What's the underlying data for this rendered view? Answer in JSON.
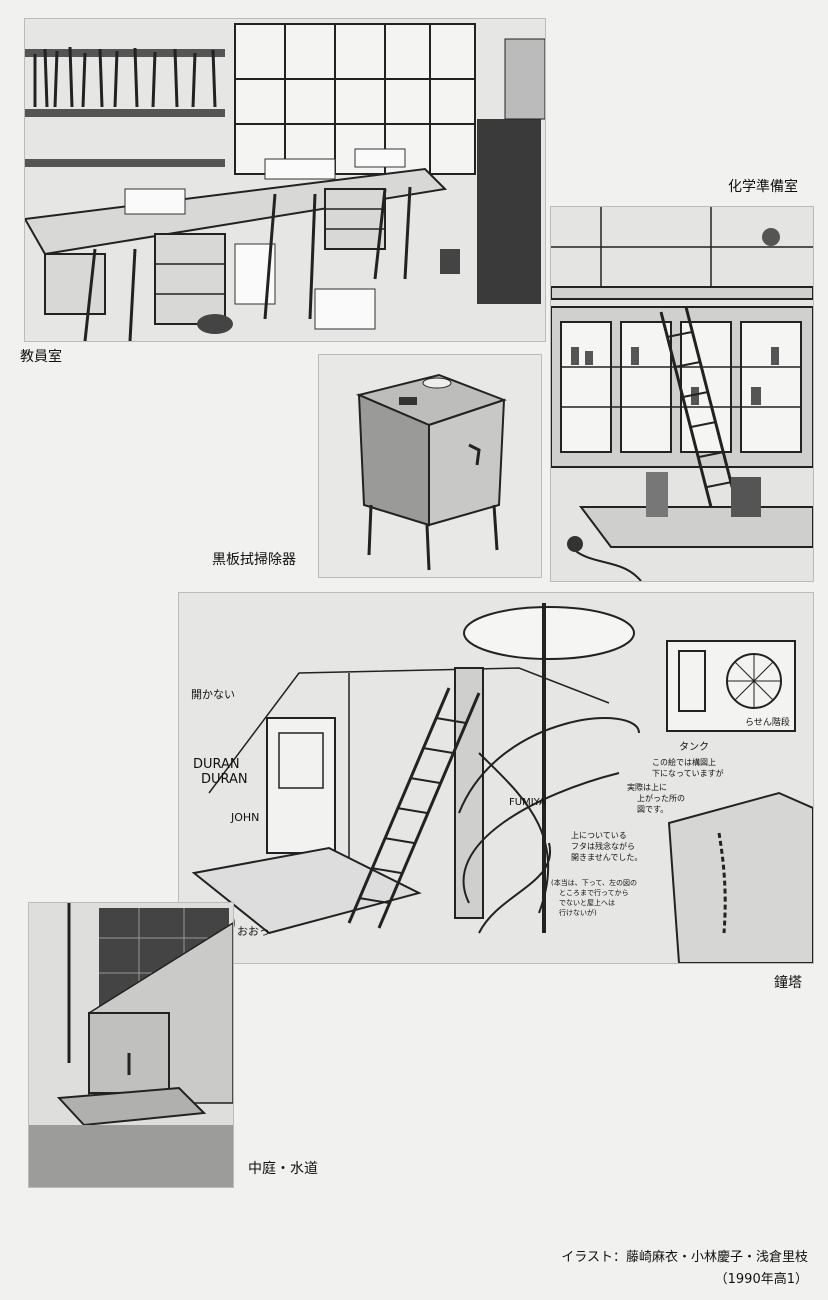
{
  "captions": {
    "staff_room": "教員室",
    "chem_prep_room": "化学準備室",
    "blackboard_cleaner": "黒板拭掃除器",
    "bell_tower": "鐘塔",
    "courtyard_water": "中庭・水道"
  },
  "bell_tower_notes": {
    "door_note": "開かない",
    "duran1": "DURAN",
    "duran2": "DURAN",
    "john": "JOHN",
    "fumiya": "FUMIYA",
    "tank_label": "タンク",
    "spiral_label": "らせん階段",
    "note1": "この絵では構図上",
    "note2": "下になっていますが",
    "note3": "実際は上に",
    "note4": "上がった所の",
    "note5": "図です。",
    "note6": "上についている",
    "note7": "フタは残念ながら",
    "note8": "開きませんでした。",
    "note9": "(本当は、下って、左の図の",
    "note10": "ところまで行ってから",
    "note11": "でないと屋上へは",
    "note12": "行けないが)",
    "oo": "おおっ"
  },
  "credit": {
    "line1": "イラスト：藤崎麻衣・小林慶子・浅倉里枝",
    "line2": "（1990年高1）"
  }
}
